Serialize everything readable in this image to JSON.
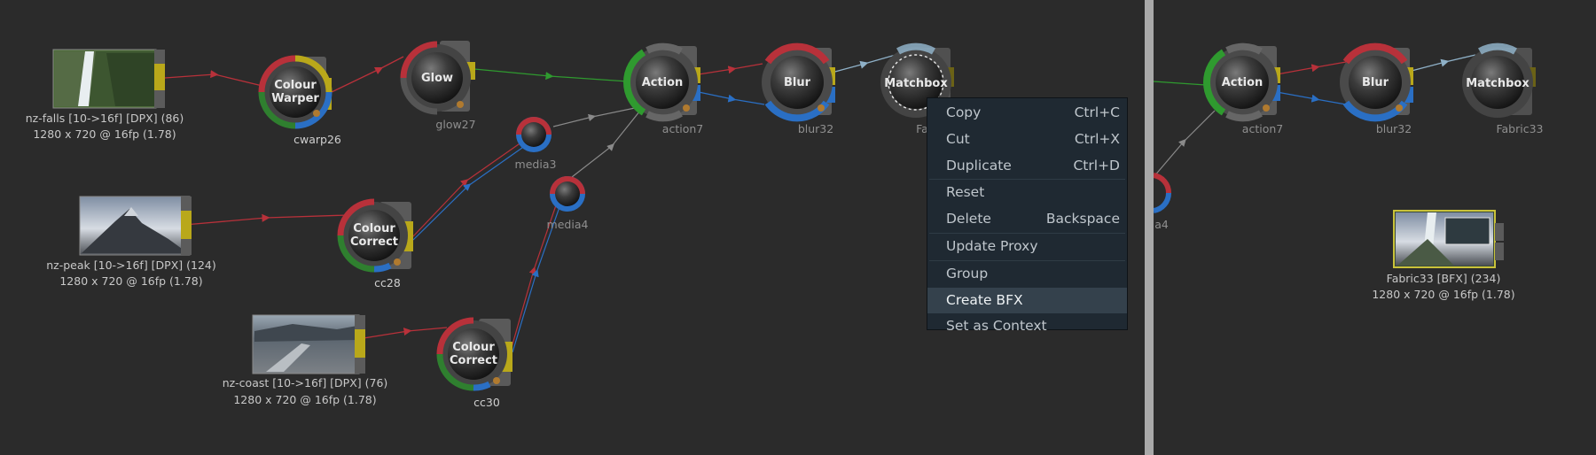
{
  "nodes": {
    "colour_warper": {
      "title1": "Colour",
      "title2": "Warper",
      "label": "cwarp26"
    },
    "glow": {
      "title": "Glow",
      "label": "glow27"
    },
    "action_left": {
      "title": "Action",
      "label": "action7"
    },
    "blur_left": {
      "title": "Blur",
      "label": "blur32"
    },
    "matchbox_left": {
      "title": "Matchbox",
      "label": "Fa"
    },
    "media3": {
      "label": "media3"
    },
    "media4": {
      "label": "media4"
    },
    "cc28": {
      "title1": "Colour",
      "title2": "Correct",
      "label": "cc28"
    },
    "cc30": {
      "title1": "Colour",
      "title2": "Correct",
      "label": "cc30"
    },
    "action_right": {
      "title": "Action",
      "label": "action7"
    },
    "blur_right": {
      "title": "Blur",
      "label": "blur32"
    },
    "matchbox_right": {
      "title": "Matchbox",
      "label": "Fabric33"
    },
    "media4_right": {
      "label": "a4"
    }
  },
  "clips": {
    "nz_falls": {
      "line1": "nz-falls [10->16f] [DPX] (86)",
      "line2": "1280 x 720 @ 16fp (1.78)"
    },
    "nz_peak": {
      "line1": "nz-peak [10->16f] [DPX] (124)",
      "line2": "1280 x 720 @ 16fp (1.78)"
    },
    "nz_coast": {
      "line1": "nz-coast [10->16f] [DPX] (76)",
      "line2": "1280 x 720 @ 16fp (1.78)"
    },
    "fabric33": {
      "line1": "Fabric33 [BFX]  (234)",
      "line2": "1280 x 720 @ 16fp (1.78)"
    }
  },
  "context_menu": {
    "items": [
      {
        "label": "Copy",
        "shortcut": "Ctrl+C"
      },
      {
        "label": "Cut",
        "shortcut": "Ctrl+X"
      },
      {
        "label": "Duplicate",
        "shortcut": "Ctrl+D"
      },
      {
        "label": "Reset",
        "shortcut": ""
      },
      {
        "label": "Delete",
        "shortcut": "Backspace"
      },
      {
        "label": "Update Proxy",
        "shortcut": ""
      },
      {
        "label": "Group",
        "shortcut": ""
      },
      {
        "label": "Create BFX",
        "shortcut": ""
      },
      {
        "label": "Set as Context",
        "shortcut": ""
      }
    ],
    "highlighted": "Create BFX"
  },
  "colors": {
    "background": "#2b2b2b",
    "red_link": "#b8313a",
    "green_link": "#2f9a2f",
    "blue_link": "#2a6fc4",
    "grey_link": "#8a8a8a",
    "lightblue_link": "#8fb1c8",
    "socket_yellow": "#b9a81a",
    "menu_bg": "#1f2932",
    "menu_highlight": "#34414c"
  }
}
